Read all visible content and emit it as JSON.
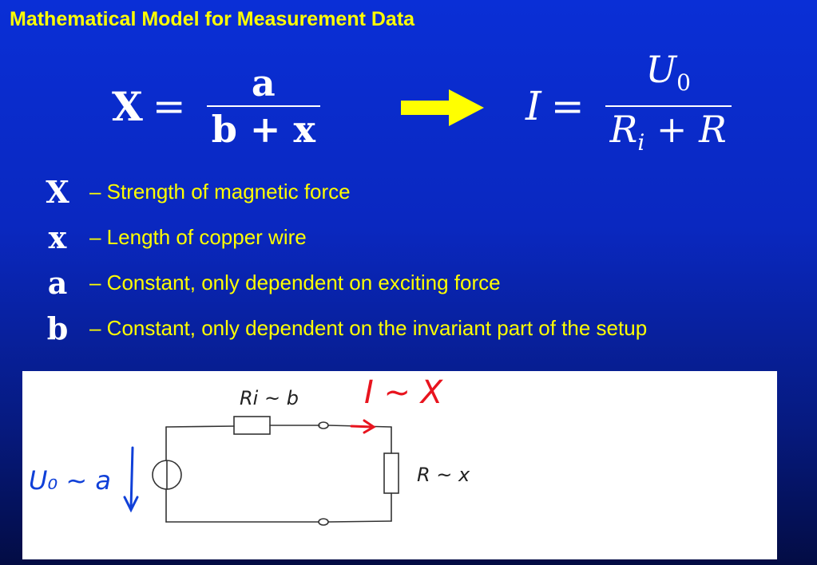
{
  "title": "Mathematical Model for Measurement Data",
  "equation_left": {
    "lhs": "X",
    "equals": "=",
    "numerator": "a",
    "denominator": "b + x"
  },
  "equation_right": {
    "lhs": "I",
    "equals": "=",
    "numerator_base": "U",
    "numerator_sub": "0",
    "denominator_base1": "R",
    "denominator_sub1": "i",
    "denominator_rest": " + R"
  },
  "definitions": [
    {
      "symbol": "X",
      "text": "– Strength of magnetic force"
    },
    {
      "symbol": "x",
      "text": "– Length of copper wire"
    },
    {
      "symbol": "a",
      "text": "– Constant, only dependent on exciting force"
    },
    {
      "symbol": "b",
      "text": "– Constant, only dependent on the invariant part of the setup"
    }
  ],
  "circuit": {
    "resistor_ri_label": "Ri ~ b",
    "current_label": "I ~ X",
    "resistor_r_label": "R ~ x",
    "voltage_label": "U₀ ~ a"
  },
  "colors": {
    "title": "#ffff00",
    "arrow": "#ffff00",
    "handwriting_red": "#e8141e",
    "handwriting_blue": "#1040d8"
  }
}
